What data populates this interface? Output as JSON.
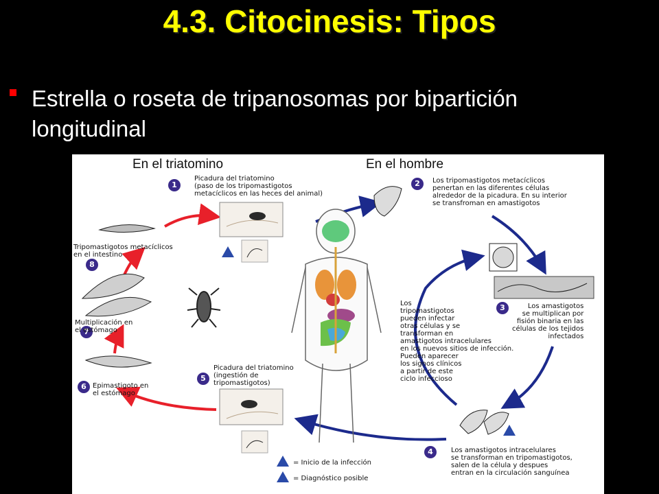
{
  "slide": {
    "title": "4.3. Citocinesis: Tipos",
    "bullet": "Estrella o roseta de tripanosomas por bipartición longitudinal"
  },
  "diagram": {
    "header_left": "En el triatomino",
    "header_right": "En el hombre",
    "steps": [
      {
        "num": "1",
        "text": "Picadura del triatomino\n(paso de los tripomastigotos\nmetacíclicos en las heces del animal)"
      },
      {
        "num": "2",
        "text": "Los tripomastigotos metacíclicos\npenertan en las diferentes células\nalrededor de la picadura. En su interior\nse transfroman en amastigotos"
      },
      {
        "num": "3",
        "text": "Los amastigotos\nse multiplican por\nfisión binaria en las\ncélulas de los tejidos\ninfectados"
      },
      {
        "num": "4",
        "text": "Los amastigotos intracelulares\nse transforman en tripomastigotos,\nsalen de la célula y despues\nentran en la circulación sanguínea"
      },
      {
        "num": "5",
        "text": "Picadura del triatomino\n(ingestión de\ntripomastigotos)"
      },
      {
        "num": "6",
        "text": "Epimastigoto en\nel estómago"
      },
      {
        "num": "7",
        "text": "Multiplicación en\nel estómago"
      },
      {
        "num": "8",
        "text": "Tripomastigotos metacíclicos\nen el intestino"
      }
    ],
    "center_note": "Los\ntripomastigotos\npueden infectar\notras células y se\ntransforman en\namastigotos intracelulares\nen los nuevos sitios de infección.\nPueden aparecer\nlos signos clínicos\na partir de este\nciclo infeccioso",
    "legend": [
      {
        "symbol": "i",
        "text": "= Inicio de la infección"
      },
      {
        "symbol": "d",
        "text": "= Diagnóstico posible"
      }
    ],
    "colors": {
      "red_arrow": "#e8202a",
      "blue_arrow": "#1c2a8c",
      "step_badge": "#3a2a8a"
    }
  }
}
